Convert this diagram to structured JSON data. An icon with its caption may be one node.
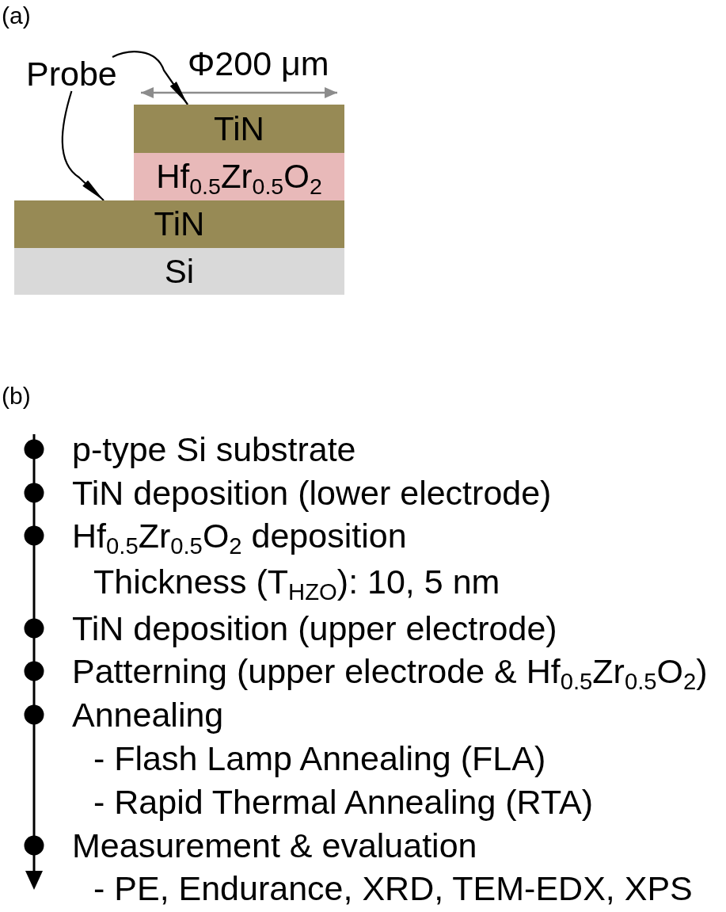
{
  "diagram": {
    "nodes": [
      {
        "text": [
          "Probe"
        ]
      },
      {
        "text": [
          "TiN"
        ]
      },
      {
        "text": [
          "Hf$_{0.5}$Zr$_{0.5}$O$_{2}$"
        ]
      },
      {
        "text": [
          "TiN"
        ]
      },
      {
        "text": [
          "Si"
        ]
      }
    ],
    "edges": [
      {
        "from": 0,
        "to": 1,
        "arrow": "to"
      },
      {
        "from": 0,
        "to": 3,
        "arrow": "to"
      }
    ],
    "labels": [
      "(a)",
      "Φ200 μm",
      "(b)",
      "p-type Si substrate",
      "TiN deposition (lower electrode)",
      "Hf$_{0.5}$Zr$_{0.5}$O$_{2}$ deposition",
      "Thickness (T$_{HZO}$): 10, 5 nm",
      "TiN deposition (upper electrode)",
      "Patterning (upper electrode & Hf$_{0.5}$Zr$_{0.5}$O$_{2}$)",
      "Annealing",
      "- Flash Lamp Annealing (FLA)",
      "- Rapid Thermal Annealing (RTA)",
      "Measurement & evaluation",
      "- PE, Endurance, XRD, TEM-EDX, XPS"
    ]
  }
}
